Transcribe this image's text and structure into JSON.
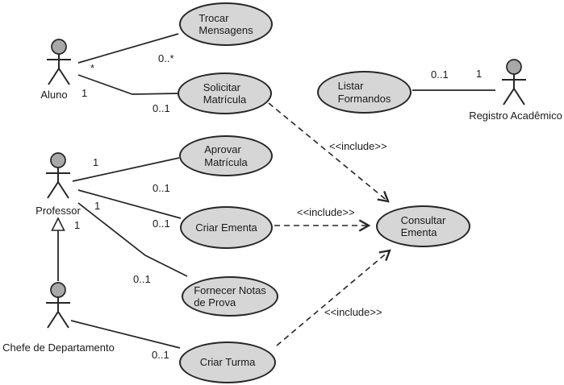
{
  "diagram": {
    "colors": {
      "background": "#ffffff",
      "usecase_fill": "#d6d6d6",
      "actor_head_fill": "#a8a8a8",
      "line_color": "#262626",
      "text_color": "#1a1a1a"
    },
    "actors": [
      {
        "label": "Aluno"
      },
      {
        "label": "Professor"
      },
      {
        "label": "Chefe de Departamento"
      },
      {
        "label": "Registro Acadêmico"
      }
    ],
    "use_cases": [
      {
        "lines": [
          "Trocar",
          "Mensagens"
        ]
      },
      {
        "lines": [
          "Solicitar",
          "Matrícula"
        ]
      },
      {
        "lines": [
          "Listar",
          "Formandos"
        ]
      },
      {
        "lines": [
          "Aprovar",
          "Matrícula"
        ]
      },
      {
        "lines": [
          "Criar Ementa",
          ""
        ]
      },
      {
        "lines": [
          "Fornecer Notas",
          "de Prova"
        ]
      },
      {
        "lines": [
          "Criar Turma",
          ""
        ]
      },
      {
        "lines": [
          "Consultar",
          "Ementa"
        ]
      }
    ],
    "multiplicities": [
      {
        "text": "*"
      },
      {
        "text": "0..*"
      },
      {
        "text": "1"
      },
      {
        "text": "0..1"
      },
      {
        "text": "0..1"
      },
      {
        "text": "1"
      },
      {
        "text": "1"
      },
      {
        "text": "0..1"
      },
      {
        "text": "1"
      },
      {
        "text": "0..1"
      },
      {
        "text": "1"
      },
      {
        "text": "0..1"
      },
      {
        "text": "0..1"
      }
    ],
    "include_labels": [
      {
        "text": "<<include>>"
      },
      {
        "text": "<<include>>"
      },
      {
        "text": "<<include>>"
      }
    ]
  }
}
